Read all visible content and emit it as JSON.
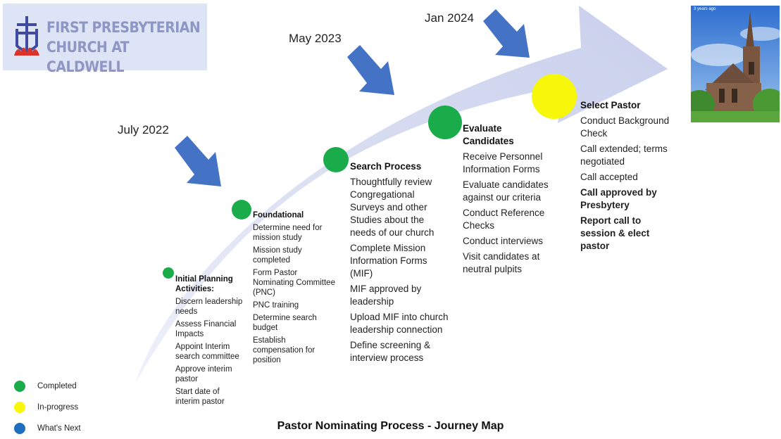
{
  "logo": {
    "line1": "FIRST PRESBYTERIAN",
    "line2": "CHURCH AT CALDWELL"
  },
  "photo": {
    "caption": "3 years ago"
  },
  "dates": {
    "d1": "July 2022",
    "d2": "May 2023",
    "d3": "Jan 2024"
  },
  "stages": [
    {
      "title": "Initial Planning Activities:",
      "status": "completed",
      "items": [
        "Discern leadership needs",
        "Assess Financial Impacts",
        "Appoint Interim search committee",
        "Approve interim pastor",
        "Start date of interim pastor"
      ]
    },
    {
      "title": "Foundational",
      "status": "completed",
      "items": [
        "Determine need for mission study",
        "Mission study completed",
        "Form Pastor Nominating Committee (PNC)",
        "PNC training",
        "Determine search budget",
        "Establish compensation for position"
      ]
    },
    {
      "title": "Search Process",
      "status": "completed",
      "items": [
        "Thoughtfully review Congregational Surveys and other Studies about the needs of our church",
        "Complete Mission Information Forms (MIF)",
        "MIF approved by leadership",
        "Upload MIF into church leadership connection",
        "Define screening & interview process"
      ]
    },
    {
      "title": "Evaluate Candidates",
      "status": "completed",
      "items": [
        "Receive Personnel Information Forms",
        "Evaluate candidates against our criteria",
        "Conduct Reference Checks",
        "Conduct interviews",
        "Visit candidates at neutral pulpits"
      ]
    },
    {
      "title": "Select Pastor",
      "status": "in-progress",
      "items": [
        "Conduct Background Check",
        "Call extended; terms negotiated",
        "Call accepted",
        "Call approved by Presbytery",
        "Report call to session & elect pastor"
      ]
    }
  ],
  "legend": [
    {
      "label": "Completed",
      "color": "#1aab4b"
    },
    {
      "label": "In-progress",
      "color": "#f7f70a"
    },
    {
      "label": "What's Next",
      "color": "#1f6fc1"
    }
  ],
  "footer": {
    "title": "Pastor Nominating Process - Journey Map"
  },
  "colors": {
    "arrow": "#d3d9ef",
    "date_arrow": "#4472c4",
    "completed": "#1aab4b",
    "in_progress": "#f7f70a"
  }
}
